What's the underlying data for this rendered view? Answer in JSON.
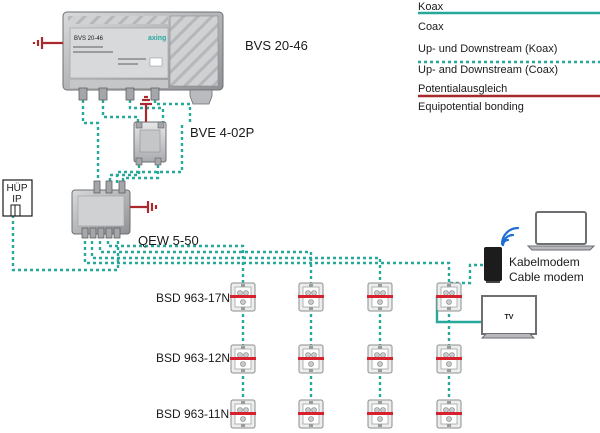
{
  "devices": {
    "amplifier": "BVS 20-46",
    "amplifier_plate": "BVS 20-46",
    "brand": "axing",
    "splitter": "BVE 4-02P",
    "multiswitch": "QEW 5-50",
    "huep_line1": "HÜP",
    "huep_line2": "IP"
  },
  "legend": {
    "coax_de": "Koax",
    "coax_en": "Coax",
    "updown_de": "Up- und Downstream (Koax)",
    "updown_en": "Up- and Downstream (Coax)",
    "pot_de": "Potentialausgleich",
    "pot_en": "Equipotential bonding"
  },
  "sockets": {
    "row1": "BSD 963-17N",
    "row2": "BSD 963-12N",
    "row3": "BSD 963-11N"
  },
  "endpoints": {
    "modem_de": "Kabelmodem",
    "modem_en": "Cable modem",
    "tv": "TV"
  },
  "colors": {
    "coax": "#26a89a",
    "updown": "#26a89a",
    "potential": "#a8282e",
    "socket_accent": "#d8212f"
  },
  "icons": [
    "ground-symbol",
    "wifi-icon",
    "laptop-icon",
    "modem-icon",
    "tv-icon"
  ]
}
